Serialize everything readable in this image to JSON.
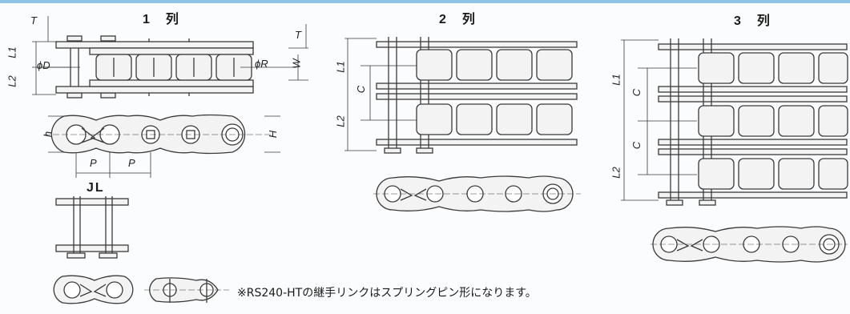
{
  "titles": {
    "single": "1　列",
    "double": "2　列",
    "triple": "3　列",
    "joint": "JL"
  },
  "dims": {
    "T": "T",
    "L1": "L1",
    "L2": "L2",
    "D": "ϕD",
    "R": "ϕR",
    "W": "W",
    "h": "h",
    "H": "H",
    "P": "P",
    "C": "C"
  },
  "note": "※RS240-HTの継手リンクはスプリングピン形になります。",
  "colors": {
    "line": "#3a3a3a",
    "roller_fill": "#f3f3f3",
    "accent_bar": "#8ec3e6"
  }
}
